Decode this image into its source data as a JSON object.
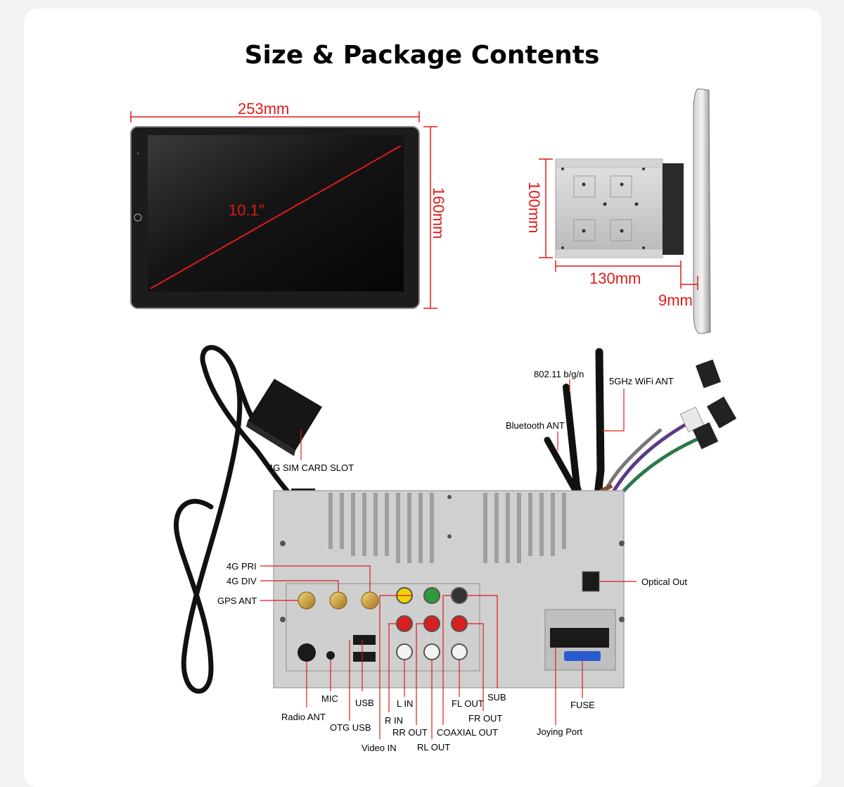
{
  "title": "Size & Package Contents",
  "dimensions": {
    "width": "253mm",
    "height": "160mm",
    "diagonal": "10.1″",
    "depth_height": "100mm",
    "depth": "130mm",
    "panel_thickness": "9mm"
  },
  "labels": {
    "sim_slot": "4G SIM CARD SLOT",
    "wifi_80211": "802.11 b/g/n",
    "wifi_5ghz": "5GHz WiFi ANT",
    "bluetooth_ant": "Bluetooth ANT",
    "4g_pri": "4G PRI",
    "4g_div": "4G DIV",
    "gps_ant": "GPS ANT",
    "optical_out": "Optical Out",
    "mic": "MIC",
    "usb": "USB",
    "l_in": "L IN",
    "fl_out": "FL OUT",
    "sub": "SUB",
    "fuse": "FUSE",
    "radio_ant": "Radio ANT",
    "otg_usb": "OTG USB",
    "r_in": "R IN",
    "rr_out": "RR OUT",
    "coaxial_out": "COAXIAL OUT",
    "fr_out": "FR OUT",
    "video_in": "Video IN",
    "rl_out": "RL OUT",
    "joying_port": "Joying Port"
  },
  "colors": {
    "dimension": "#e01a1a",
    "leader": "#e01a1a",
    "label": "#000000"
  }
}
